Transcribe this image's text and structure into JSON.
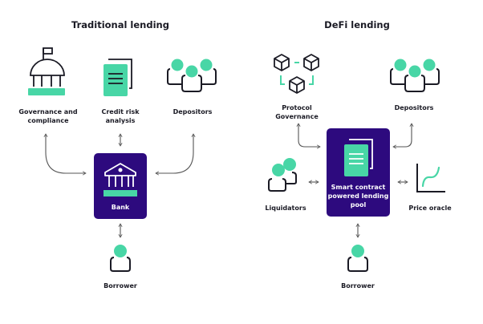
{
  "colors": {
    "accent": "#48d6a6",
    "box_fill": "#2d0a7e",
    "stroke": "#1a1a24",
    "arrow": "#555555",
    "text": "#1a1a24",
    "box_text": "#ffffff"
  },
  "traditional": {
    "title": "Traditional lending",
    "governance": {
      "label_line1": "Governance and",
      "label_line2": "compliance",
      "icon": "capitol-building-icon"
    },
    "credit_risk": {
      "label_line1": "Credit risk",
      "label_line2": "analysis",
      "icon": "document-icon"
    },
    "depositors": {
      "label": "Depositors",
      "icon": "people-group-icon"
    },
    "bank": {
      "label": "Bank",
      "icon": "bank-icon"
    },
    "borrower": {
      "label": "Borrower",
      "icon": "person-icon"
    }
  },
  "defi": {
    "title": "DeFi lending",
    "protocol_governance": {
      "label_line1": "Protocol",
      "label_line2": "Governance",
      "icon": "blockchain-cubes-icon"
    },
    "depositors": {
      "label": "Depositors",
      "icon": "people-group-icon"
    },
    "pool": {
      "label_line1": "Smart contract",
      "label_line2": "powered lending",
      "label_line3": "pool",
      "icon": "document-icon"
    },
    "liquidators": {
      "label": "Liquidators",
      "icon": "two-people-icon"
    },
    "price_oracle": {
      "label": "Price oracle",
      "icon": "price-chart-icon"
    },
    "borrower": {
      "label": "Borrower",
      "icon": "person-icon"
    }
  }
}
